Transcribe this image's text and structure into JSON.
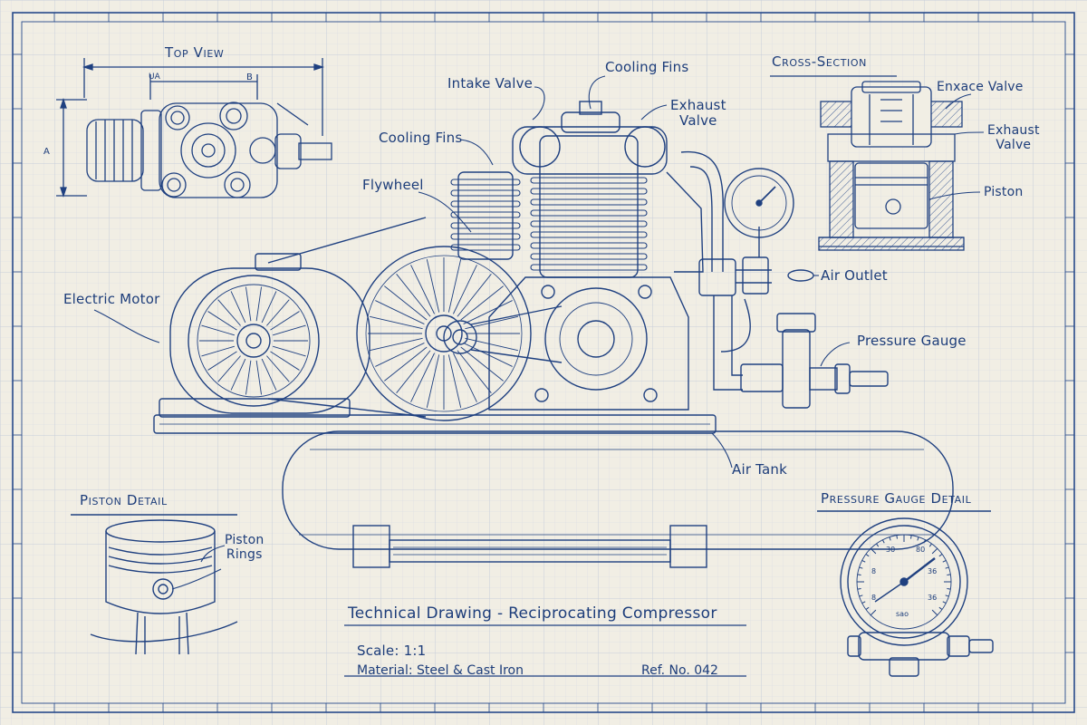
{
  "views": {
    "top_view": "Top View",
    "top_dim_a": "A",
    "top_dim_b": "B",
    "top_dim_ua": "UA",
    "cross_section": "Cross-Section",
    "piston_detail": "Piston Detail",
    "pressure_gauge_detail": "Pressure Gauge Detail"
  },
  "callouts": {
    "intake_valve": "Intake Valve",
    "cooling_fins_top": "Cooling Fins",
    "exhaust_valve": "Exhaust\nValve",
    "cooling_fins_left": "Cooling Fins",
    "flywheel": "Flywheel",
    "electric_motor": "Electric Motor",
    "air_outlet": "Air Outlet",
    "pressure_gauge": "Pressure Gauge",
    "air_tank": "Air Tank",
    "cs_exhaust_valve_top": "Enxace Valve",
    "cs_exhaust_valve": "Exhaust\nValve",
    "cs_piston": "Piston",
    "piston_rings": "Piston\nRings"
  },
  "gauge_detail": {
    "ticks": [
      "30",
      "80",
      "8",
      "36",
      "8",
      "36"
    ],
    "unit": "sao"
  },
  "title_block": {
    "title": "Technical Drawing - Reciprocating Compressor",
    "scale": "Scale: 1:1",
    "material": "Material: Steel & Cast Iron",
    "ref": "Ref. No. 042"
  },
  "colors": {
    "ink": "#1d3d7a",
    "paper": "#f1eee4",
    "grid": "#c9d0dc"
  }
}
